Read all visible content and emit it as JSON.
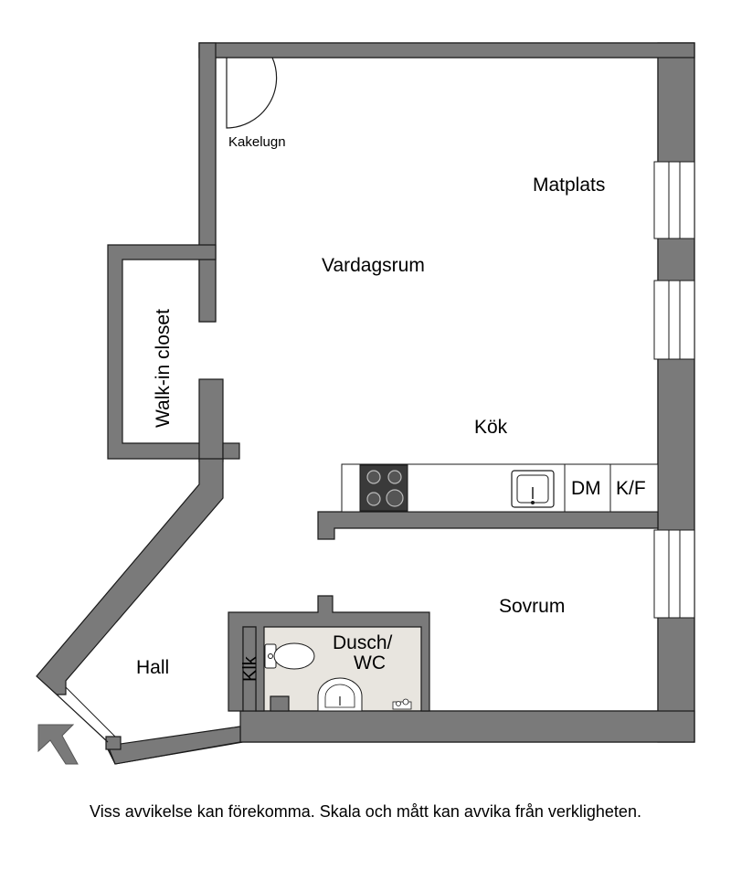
{
  "rooms": {
    "kakelugn": "Kakelugn",
    "matplats": "Matplats",
    "vardagsrum": "Vardagsrum",
    "walkin": "Walk-in closet",
    "kok": "Kök",
    "dm": "DM",
    "kf": "K/F",
    "sovrum": "Sovrum",
    "dusch_line1": "Dusch/",
    "dusch_line2": "WC",
    "klk": "Klk",
    "hall": "Hall"
  },
  "disclaimer": "Viss avvikelse kan förekomma. Skala och mått kan avvika från verkligheten.",
  "colors": {
    "wall": "#7a7a7a",
    "wall_outline": "#1a1a1a",
    "bathroom_floor": "#e8e5df",
    "window": "#ffffff"
  }
}
